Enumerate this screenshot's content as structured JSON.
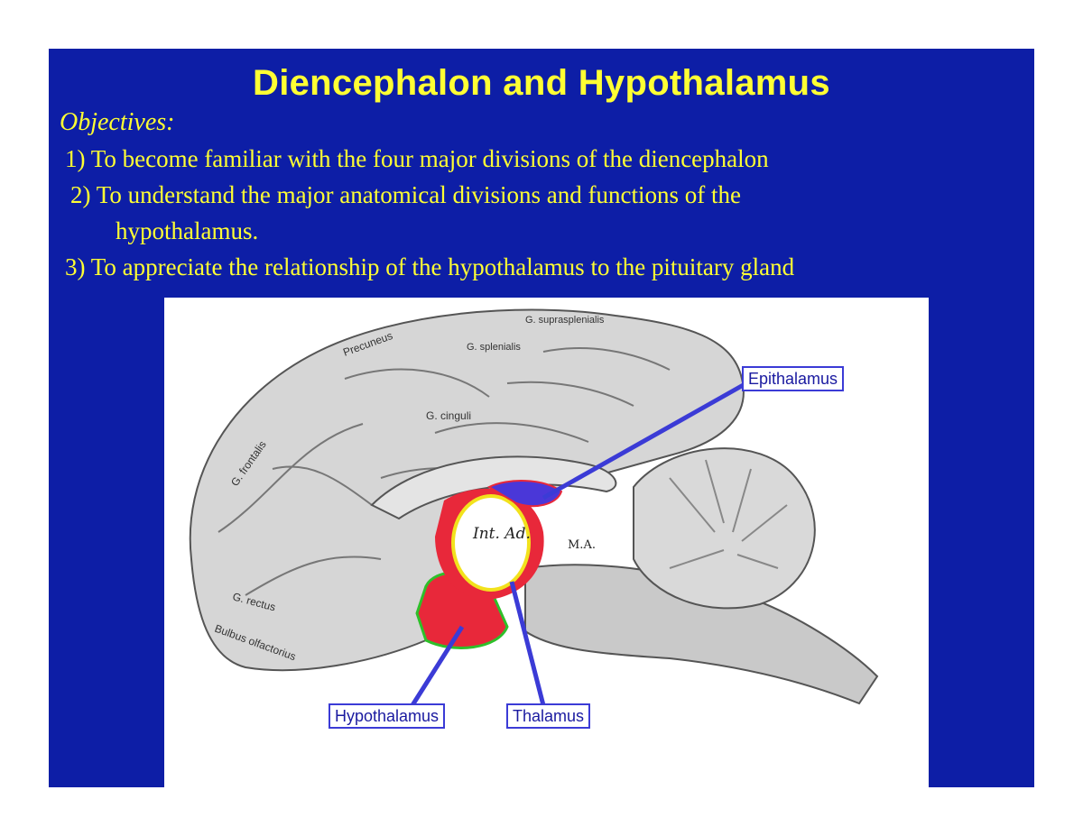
{
  "slide": {
    "title": "Diencephalon and Hypothalamus",
    "objectives_label": "Objectives:",
    "objectives": [
      "1) To become familiar with the four major divisions of the diencephalon",
      "2) To understand the major anatomical divisions and functions of the",
      "hypothalamus.",
      "3) To appreciate the relationship of the hypothalamus to the pituitary gland"
    ]
  },
  "figure": {
    "callouts": {
      "epithalamus": "Epithalamus",
      "hypothalamus": "Hypothalamus",
      "thalamus": "Thalamus"
    },
    "labels": {
      "interthalamic": "Int. Ad.",
      "ma": "M.A.",
      "g_frontalis": "G. frontalis",
      "precuneus": "Precuneus",
      "g_cinguli": "G. cinguli",
      "g_rectus": "G. rectus",
      "bulbus": "Bulbus olfactorius",
      "g_splenialis": "G. splenialis",
      "g_suprasplenialis": "G. suprasplenialis"
    },
    "colors": {
      "hypothalamus": "#e8283a",
      "thalamus_outline": "#f2e21c",
      "hypothalamus_outline": "#2ec02a",
      "epithalamus": "#4a37d8",
      "arrow": "#3b3bd6"
    }
  }
}
